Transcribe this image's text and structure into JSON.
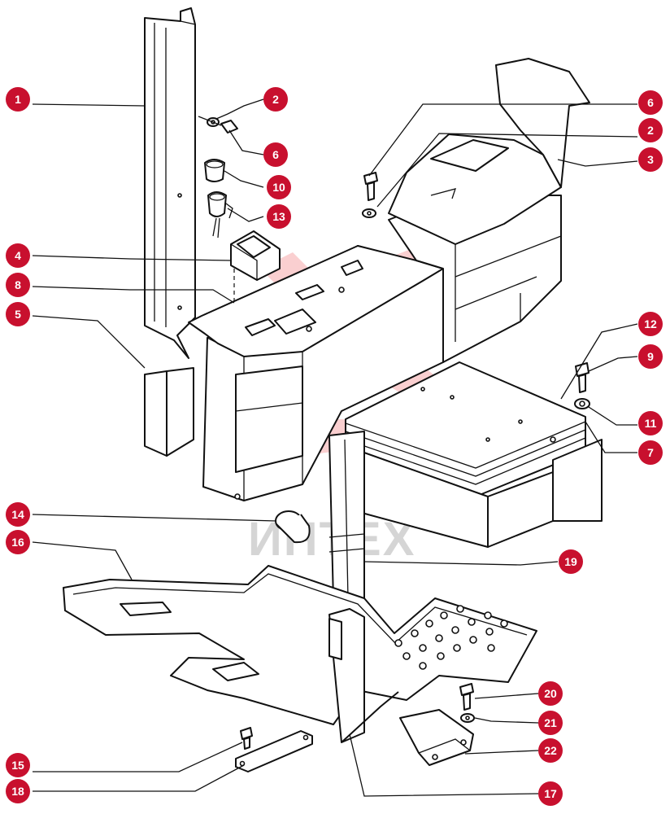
{
  "watermark": {
    "text": "ИНТЕХ",
    "color": "#e8262b"
  },
  "callout_color": "#c8102e",
  "callouts": [
    {
      "id": "c1",
      "label": "1"
    },
    {
      "id": "c2a",
      "label": "2"
    },
    {
      "id": "c6a",
      "label": "6"
    },
    {
      "id": "c10",
      "label": "10"
    },
    {
      "id": "c13",
      "label": "13"
    },
    {
      "id": "c4",
      "label": "4"
    },
    {
      "id": "c8",
      "label": "8"
    },
    {
      "id": "c5",
      "label": "5"
    },
    {
      "id": "c6b",
      "label": "6"
    },
    {
      "id": "c2b",
      "label": "2"
    },
    {
      "id": "c3",
      "label": "3"
    },
    {
      "id": "c12",
      "label": "12"
    },
    {
      "id": "c9",
      "label": "9"
    },
    {
      "id": "c11",
      "label": "11"
    },
    {
      "id": "c7",
      "label": "7"
    },
    {
      "id": "c14",
      "label": "14"
    },
    {
      "id": "c16",
      "label": "16"
    },
    {
      "id": "c19",
      "label": "19"
    },
    {
      "id": "c20",
      "label": "20"
    },
    {
      "id": "c21",
      "label": "21"
    },
    {
      "id": "c22",
      "label": "22"
    },
    {
      "id": "c15",
      "label": "15"
    },
    {
      "id": "c18",
      "label": "18"
    },
    {
      "id": "c17",
      "label": "17"
    }
  ]
}
